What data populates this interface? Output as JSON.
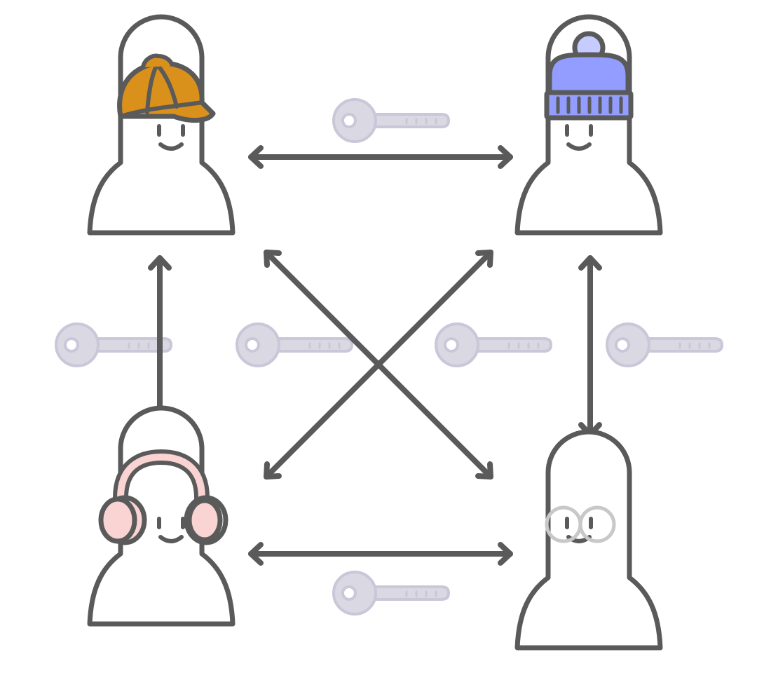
{
  "colors": {
    "background": "#ffffff",
    "outline": "#5a5a5a",
    "key_fill": "#d9d8e3",
    "key_stroke": "#c9c7d8",
    "cap": "#d9911c",
    "beanie": "#929dff",
    "beanie_pom": "#c6ccff",
    "headphones": "#fad3d3",
    "glasses": "#c8c8c8"
  },
  "people": [
    {
      "id": "top-left",
      "accessory": "baseball-cap"
    },
    {
      "id": "top-right",
      "accessory": "beanie-hat"
    },
    {
      "id": "bottom-left",
      "accessory": "headphones"
    },
    {
      "id": "bottom-right",
      "accessory": "glasses"
    }
  ],
  "connections": [
    {
      "from": "top-left",
      "to": "top-right",
      "icon": "key-icon"
    },
    {
      "from": "top-left",
      "to": "bottom-left",
      "icon": "key-icon"
    },
    {
      "from": "top-right",
      "to": "bottom-right",
      "icon": "key-icon"
    },
    {
      "from": "bottom-left",
      "to": "bottom-right",
      "icon": "key-icon"
    },
    {
      "from": "top-left",
      "to": "bottom-right",
      "icon": "key-icon"
    },
    {
      "from": "top-right",
      "to": "bottom-left",
      "icon": "key-icon"
    }
  ]
}
